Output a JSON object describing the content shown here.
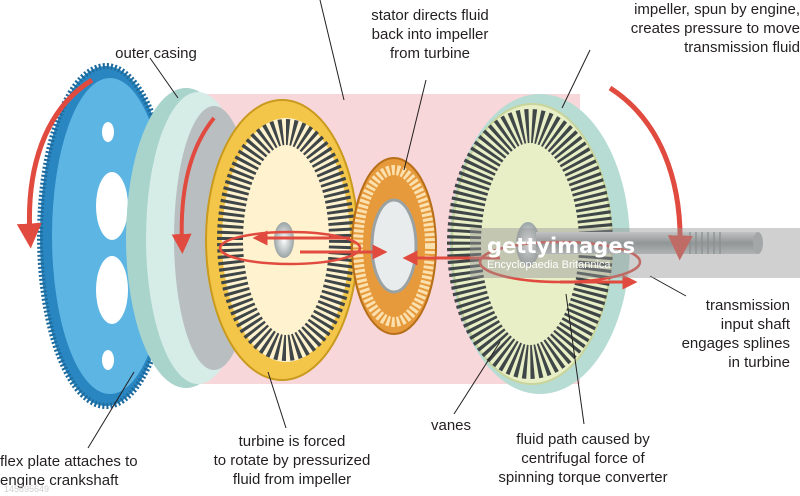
{
  "labels": {
    "outer_casing": "outer casing",
    "stator": "stator directs fluid\nback into impeller\nfrom turbine",
    "impeller": "impeller, spun by engine,\ncreates pressure to move\ntransmission fluid",
    "input_shaft": "transmission\ninput shaft\nengages splines\nin turbine",
    "flex_plate": "flex plate attaches to\nengine crankshaft",
    "turbine": "turbine is forced\nto rotate by pressurized\nfluid from impeller",
    "vanes": "vanes",
    "fluid_path": "fluid path caused by\ncentrifugal force of\nspinning torque converter"
  },
  "watermark": {
    "brand": "gettyimages",
    "credit": "Encyclopaedia Britannica"
  },
  "stock_id": "145695649",
  "colors": {
    "flex_plate": "#3a9ed6",
    "casing": "#c3e2dc",
    "fluid": "#f6c9ce",
    "turbine_ring": "#f3c64a",
    "stator_ring": "#e79a3b",
    "impeller_ring": "#e8efc6",
    "arrow": "#e14a3e",
    "leader": "#231f20"
  }
}
